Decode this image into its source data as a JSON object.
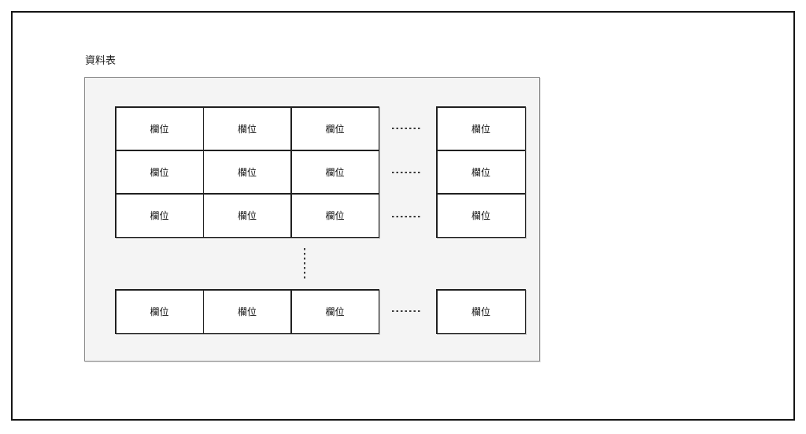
{
  "diagram": {
    "title": "資料表",
    "cell_label": "欄位",
    "structure": {
      "main_grid_rows": 3,
      "main_grid_columns": 3,
      "continuation_column_cells": 3,
      "continuation_row_cells": 4,
      "total_visible_cells": 16
    }
  },
  "colors": {
    "page_background": "#ffffff",
    "page_border": "#151515",
    "container_fill": "#f4f4f4",
    "container_border": "#8c8c8c",
    "cell_fill": "#ffffff",
    "cell_border": "#202020",
    "ellipsis_dots": "#3a3a3a",
    "text": "#1a1a1a"
  }
}
